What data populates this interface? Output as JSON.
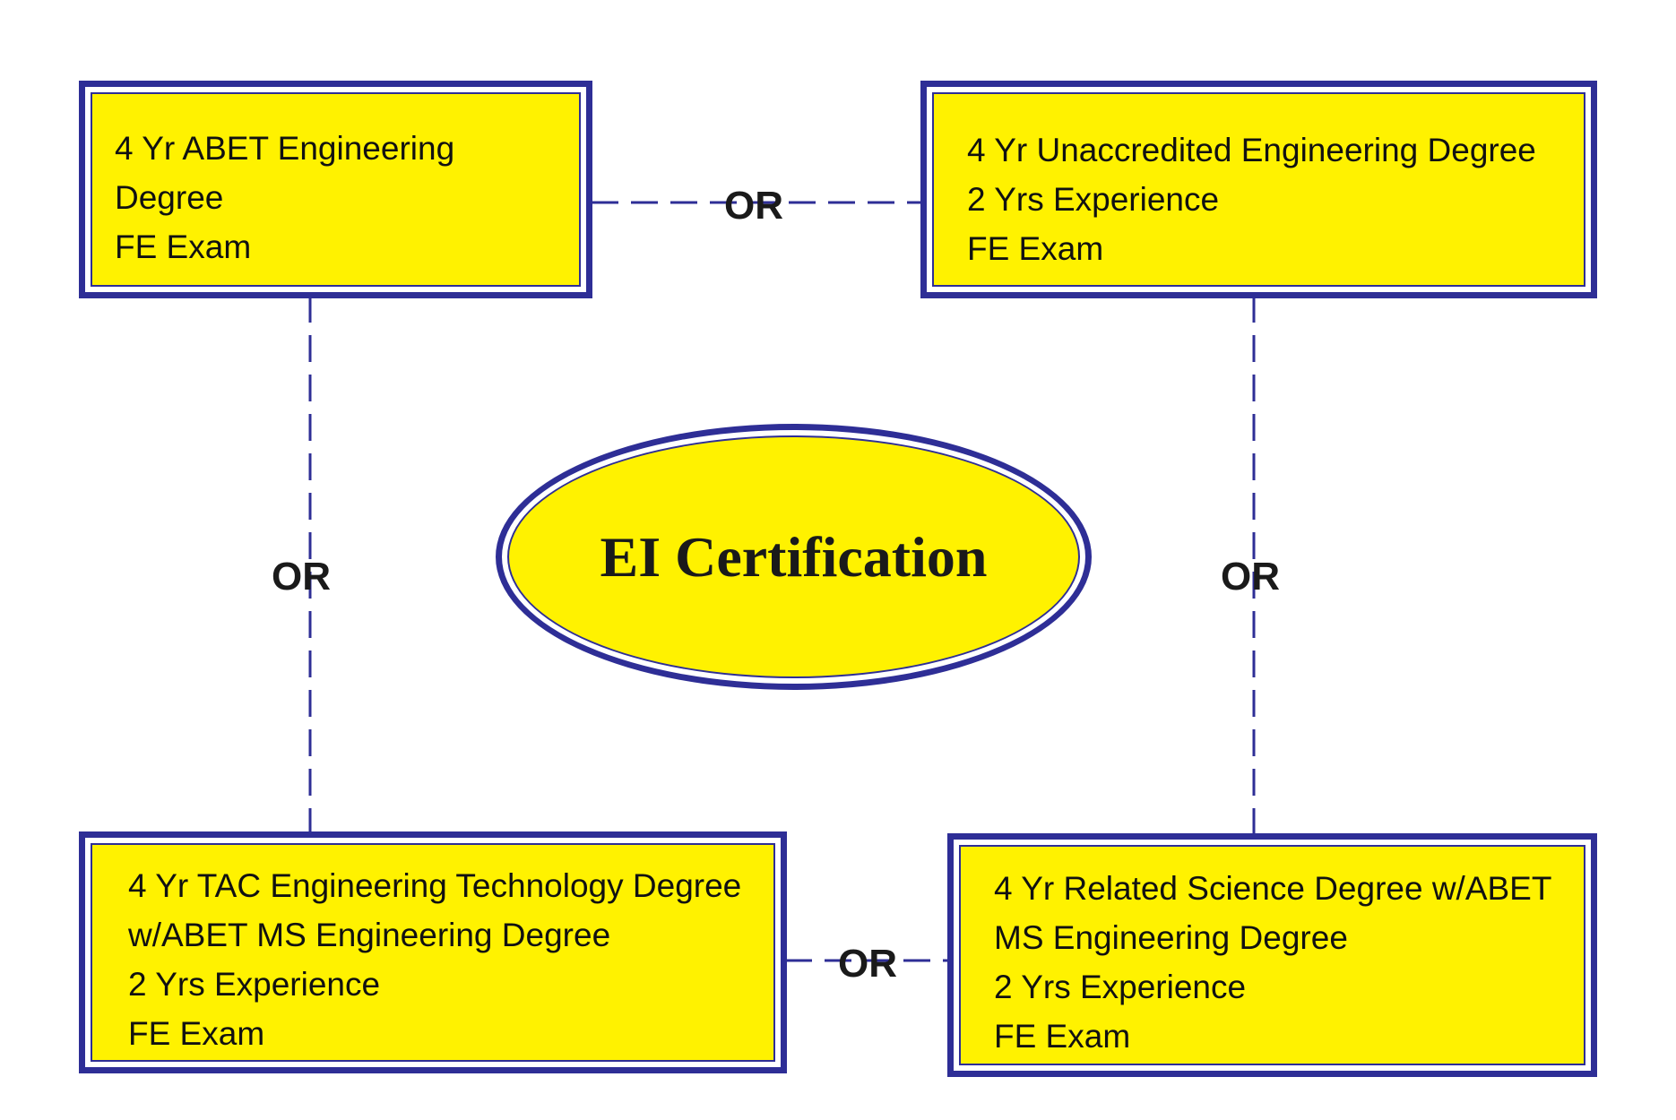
{
  "colors": {
    "box_fill": "#fff200",
    "border": "#2e2e96",
    "text": "#111111"
  },
  "center": {
    "title": "EI Certification"
  },
  "boxes": {
    "top_left": {
      "lines": [
        "4 Yr ABET Engineering",
        "Degree",
        "FE Exam"
      ]
    },
    "top_right": {
      "lines": [
        "4 Yr Unaccredited Engineering Degree",
        "2 Yrs Experience",
        "FE Exam"
      ]
    },
    "bottom_left": {
      "lines": [
        "4 Yr TAC Engineering Technology Degree",
        "w/ABET MS Engineering Degree",
        "2 Yrs Experience",
        "FE Exam"
      ]
    },
    "bottom_right": {
      "lines": [
        "4 Yr Related Science Degree w/ABET",
        "MS Engineering Degree",
        "2 Yrs Experience",
        "FE Exam"
      ]
    }
  },
  "connectors": {
    "top_label": "OR",
    "left_label": "OR",
    "right_label": "OR",
    "bottom_label": "OR"
  }
}
